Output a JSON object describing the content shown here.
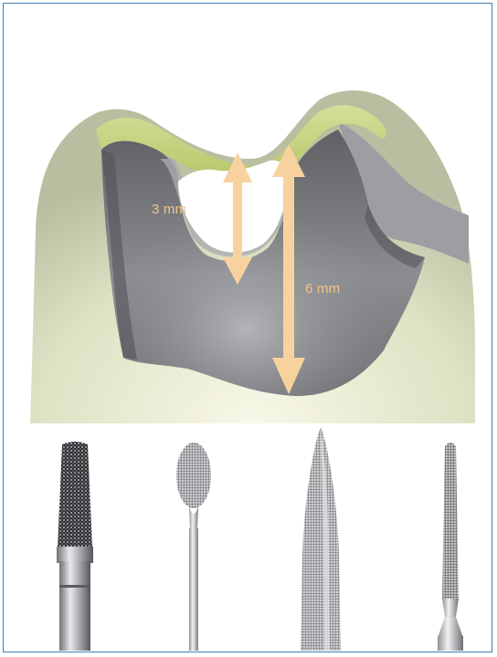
{
  "measurements": {
    "occlusal_depth_label": "3 mm",
    "total_depth_label": "6 mm"
  },
  "colors": {
    "frame_border": "#3f7fb6",
    "tooth_enamel": "#e2e4c8",
    "tooth_margin": "#c2d07c",
    "preparation": "#7c7e82",
    "arrow": "#f8d29e",
    "label_text": "#f3c58e"
  },
  "illustration": {
    "subject": "tooth-preparation",
    "icon": "tooth-preparation-icon"
  },
  "burs": [
    {
      "shape": "flat-end-tapered",
      "icon": "flat-end-tapered-bur-icon"
    },
    {
      "shape": "football",
      "icon": "football-bur-icon"
    },
    {
      "shape": "flame-pointed",
      "icon": "flame-bur-icon"
    },
    {
      "shape": "round-end-tapered",
      "icon": "tapered-bur-icon"
    }
  ]
}
